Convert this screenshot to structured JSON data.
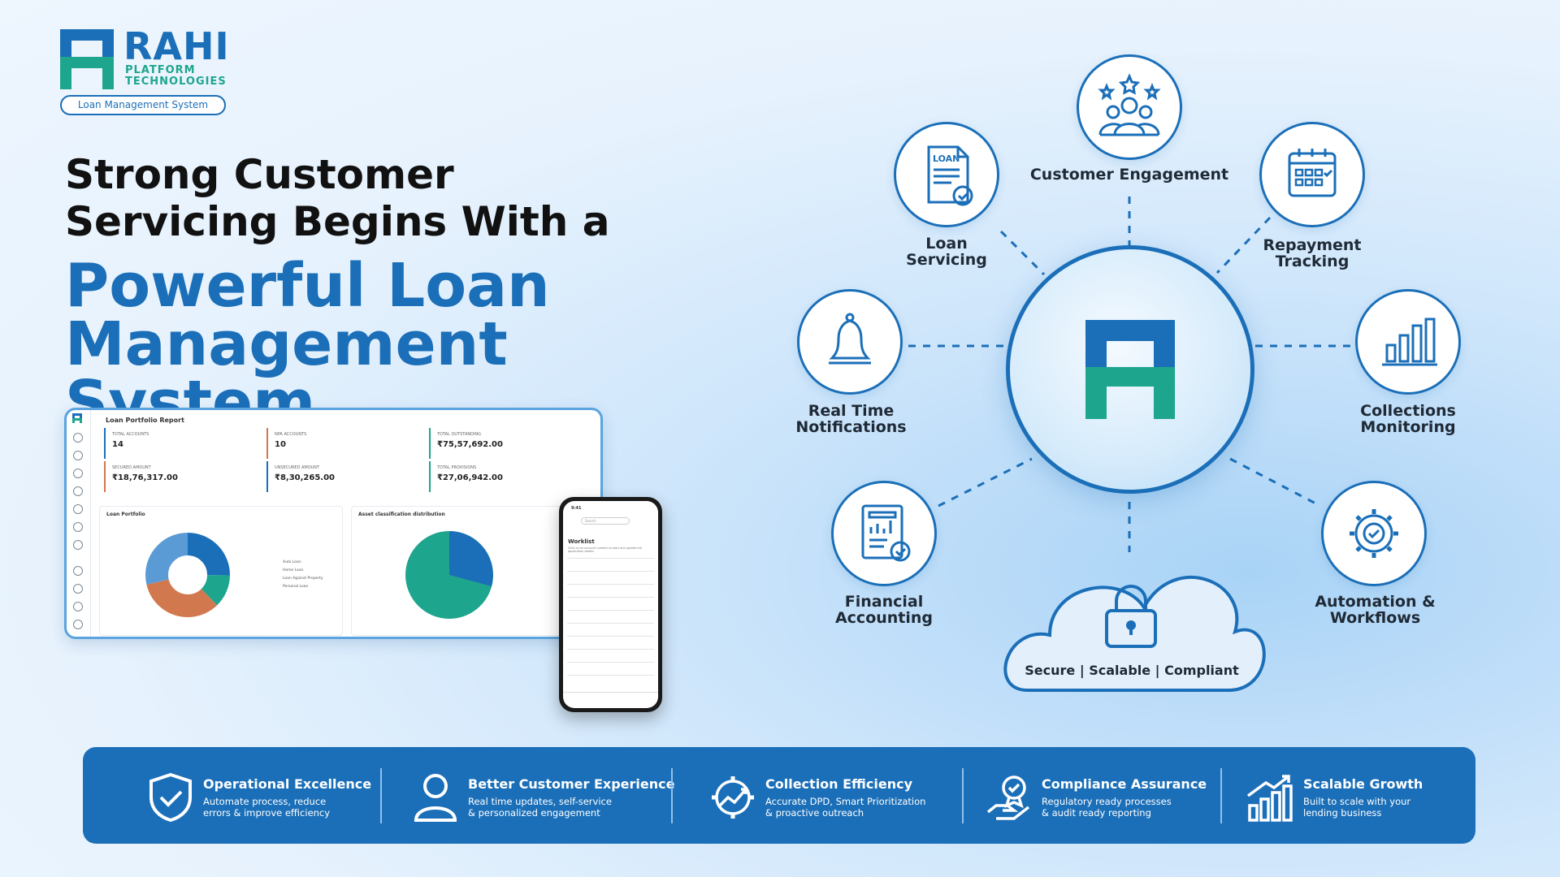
{
  "brand": {
    "name": "RAHI",
    "sub1": "PLATFORM",
    "sub2": "TECHNOLOGIES",
    "pill": "Loan Management System"
  },
  "headline": {
    "line1": "Strong Customer",
    "line2": "Servicing Begins With a",
    "accent1": "Powerful Loan",
    "accent2": "Management System"
  },
  "dashboard": {
    "title": "Loan Portfolio Report",
    "cards": [
      {
        "label": "TOTAL ACCOUNTS",
        "value": "14"
      },
      {
        "label": "NPA ACCOUNTS",
        "value": "10"
      },
      {
        "label": "TOTAL OUTSTANDING",
        "value": "₹75,57,692.00"
      },
      {
        "label": "SECURED AMOUNT",
        "value": "₹18,76,317.00"
      },
      {
        "label": "UNSECURED AMOUNT",
        "value": "₹8,30,265.00"
      },
      {
        "label": "TOTAL PROVISIONS",
        "value": "₹27,06,942.00"
      }
    ],
    "panel1": "Loan Portfolio",
    "panel2": "Asset classification distribution",
    "legend": [
      "Auto Loan",
      "Home Loan",
      "Loan Against Property",
      "Personal Loan"
    ]
  },
  "phone": {
    "time": "9:41",
    "search": "Search",
    "worklist": "Worklist",
    "subtitle": "Click on an account number to start and update the application details"
  },
  "diagram": {
    "nodes": {
      "engagement": "Customer Engagement",
      "servicing1": "Loan",
      "servicing2": "Servicing",
      "repayment1": "Repayment",
      "repayment2": "Tracking",
      "notify1": "Real Time",
      "notify2": "Notifications",
      "collections1": "Collections",
      "collections2": "Monitoring",
      "accounting1": "Financial",
      "accounting2": "Accounting",
      "automation1": "Automation &",
      "automation2": "Workflows"
    },
    "cloud": "Secure | Scalable | Compliant"
  },
  "features": [
    {
      "title": "Operational Excellence",
      "d1": "Automate process, reduce",
      "d2": "errors & improve efficiency",
      "icon": "shield-check-icon"
    },
    {
      "title": "Better Customer Experience",
      "d1": "Real time updates, self-service",
      "d2": "& personalized engagement",
      "icon": "user-icon"
    },
    {
      "title": "Collection Efficiency",
      "d1": "Accurate DPD, Smart Prioritization",
      "d2": "& proactive outreach",
      "icon": "gear-trend-icon"
    },
    {
      "title": "Compliance Assurance",
      "d1": "Regulatory ready processes",
      "d2": "& audit ready reporting",
      "icon": "award-hand-icon"
    },
    {
      "title": "Scalable Growth",
      "d1": "Built to scale with your",
      "d2": "lending business",
      "icon": "growth-chart-icon"
    }
  ],
  "colors": {
    "primary": "#1b6fb8",
    "teal": "#1ea58d",
    "orange": "#d2784f"
  }
}
